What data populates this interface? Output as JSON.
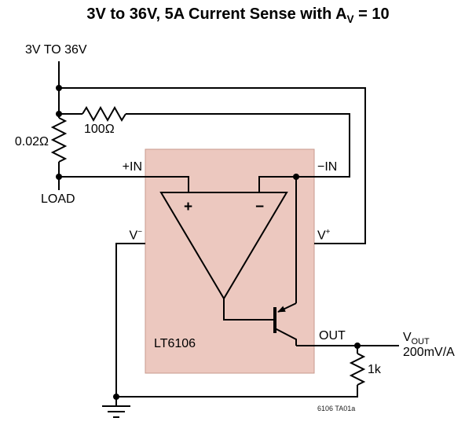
{
  "title": {
    "text_before_sub": "3V to 36V, 5A Current Sense with A",
    "sub": "V",
    "text_after_sub": " = 10"
  },
  "supply_label": "3V TO 36V",
  "load_label": "LOAD",
  "resistors": {
    "sense": "0.02Ω",
    "input": "100Ω",
    "output": "1k"
  },
  "ic": {
    "name": "LT6106",
    "pin_plus_in": "+IN",
    "pin_minus_in": "−IN",
    "pin_v_minus_base": "V",
    "pin_v_minus_sup": "−",
    "pin_v_plus_base": "V",
    "pin_v_plus_sup": "+",
    "pin_out": "OUT",
    "opamp_plus": "+",
    "opamp_minus": "−"
  },
  "output": {
    "v_base": "V",
    "v_sub": "OUT",
    "scale": "200mV/A"
  },
  "figure_ref": "6106 TA01a",
  "colors": {
    "ic_fill": "#ecc8bf",
    "ic_border": "#c79a8d",
    "wire": "#000000"
  }
}
